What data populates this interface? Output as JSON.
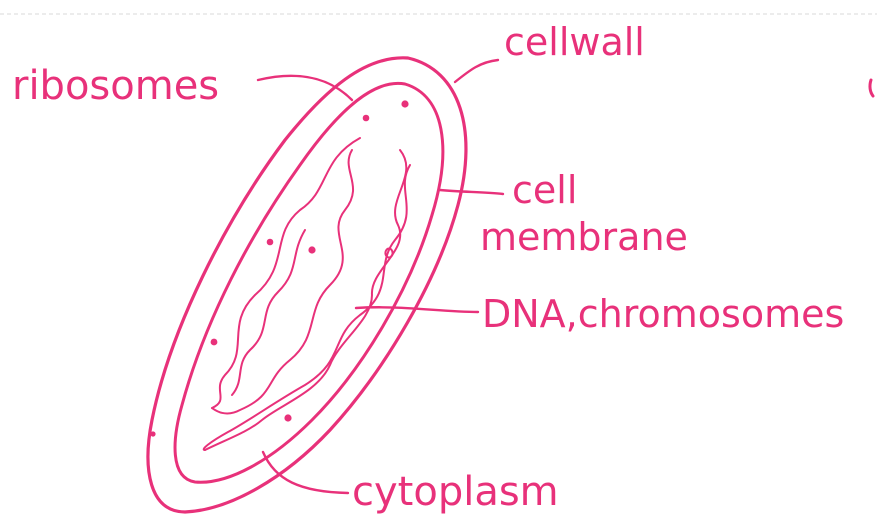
{
  "diagram": {
    "labels": {
      "ribosomes": "ribosomes",
      "cell_wall": "cellwall",
      "cell_membrane_line1": "cell",
      "cell_membrane_line2": "membrane",
      "dna": "DNA,chromosomes",
      "cytoplasm": "cytoplasm"
    },
    "colors": {
      "ink": "#e8317a",
      "background": "#ffffff"
    }
  }
}
